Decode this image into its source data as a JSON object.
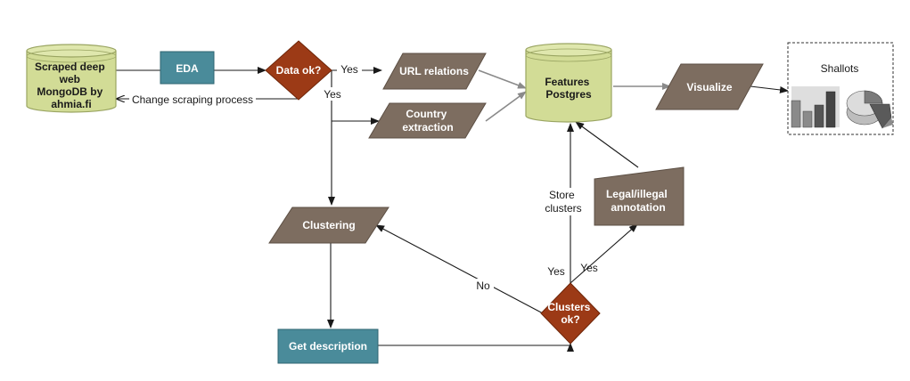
{
  "nodes": {
    "scraped_db": {
      "lines": [
        "Scraped deep",
        "web",
        "MongoDB by",
        "ahmia.fi"
      ]
    },
    "eda": {
      "label": "EDA"
    },
    "data_ok": {
      "label": "Data ok?"
    },
    "url_relations": {
      "label": "URL relations"
    },
    "country_extraction": {
      "lines": [
        "Country",
        "extraction"
      ]
    },
    "features_db": {
      "lines": [
        "Features",
        "Postgres"
      ]
    },
    "visualize": {
      "label": "Visualize"
    },
    "shallots": {
      "label": "Shallots"
    },
    "clustering": {
      "label": "Clustering"
    },
    "get_description": {
      "label": "Get description"
    },
    "clusters_ok": {
      "lines": [
        "Clusters",
        "ok?"
      ]
    },
    "annotation": {
      "lines": [
        "Legal/illegal",
        "annotation"
      ]
    }
  },
  "edge_labels": {
    "yes_url": "Yes",
    "yes_down": "Yes",
    "change_scraping": "Change scraping process",
    "store_clusters": [
      "Store",
      "clusters"
    ],
    "yes_store": "Yes",
    "yes_annotation": "Yes",
    "no": "No"
  },
  "colors": {
    "db_fill": "#d2dc96",
    "db_stroke": "#9aa562",
    "process_fill": "#4a8b9a",
    "decision_fill": "#9c3a16",
    "io_fill": "#7d6d60",
    "edge": "#1a1a1a"
  }
}
